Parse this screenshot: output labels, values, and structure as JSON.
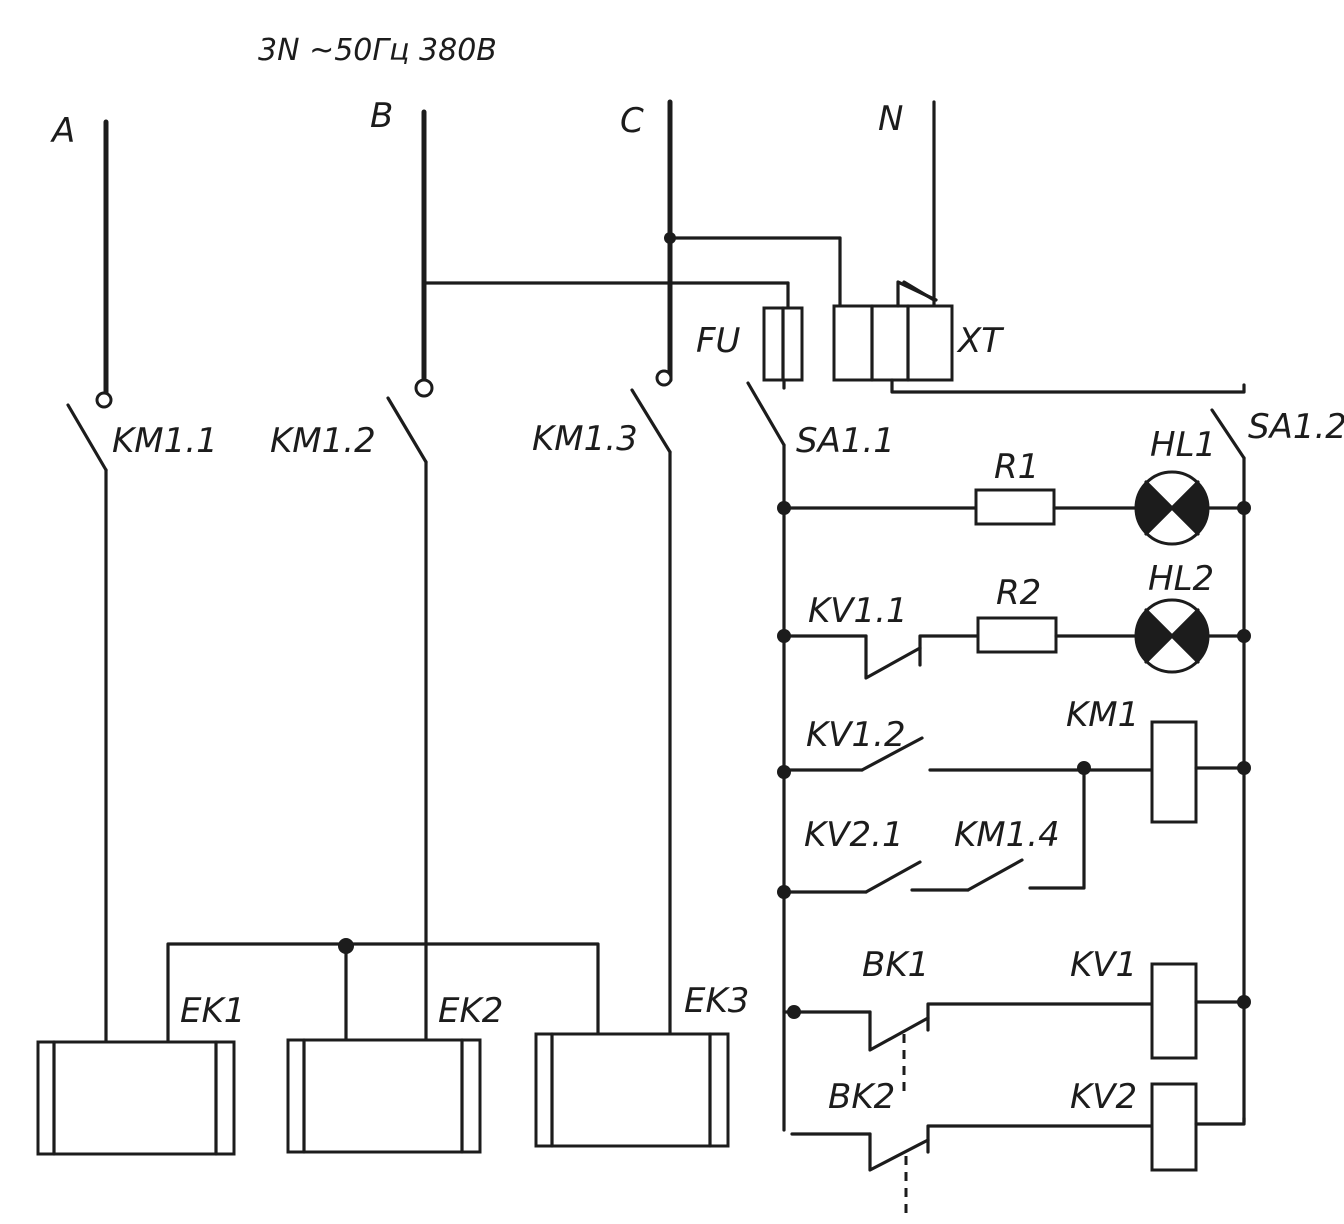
{
  "supply": "3N ~50Гц 380В",
  "phases": {
    "a": "A",
    "b": "B",
    "c": "C",
    "n": "N"
  },
  "labels": {
    "km11": "KM1.1",
    "km12": "KM1.2",
    "km13": "KM1.3",
    "fu": "FU",
    "xt": "XT",
    "sa11": "SA1.1",
    "sa12": "SA1.2",
    "r1": "R1",
    "hl1": "HL1",
    "r2": "R2",
    "hl2": "HL2",
    "kv11": "KV1.1",
    "kv12": "KV1.2",
    "km1": "KM1",
    "kv21": "KV2.1",
    "km14": "KM1.4",
    "bk1": "BK1",
    "kv1": "KV1",
    "bk2": "BK2",
    "kv2": "KV2",
    "ek1": "EK1",
    "ek2": "EK2",
    "ek3": "EK3"
  }
}
